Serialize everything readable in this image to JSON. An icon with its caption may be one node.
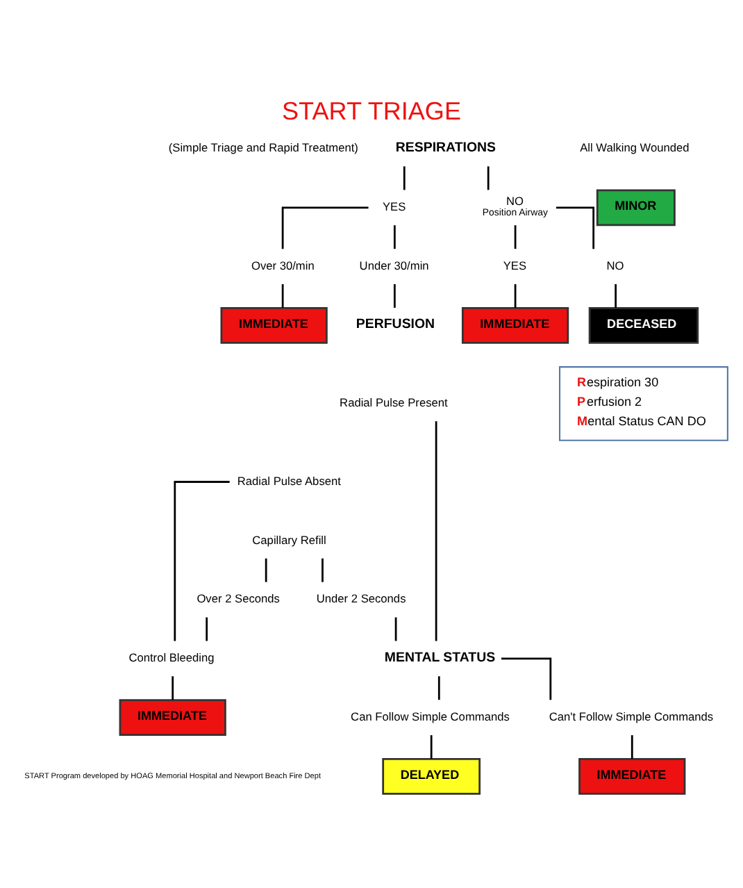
{
  "diagram": {
    "title": "START TRIAGE",
    "nodes": [
      {
        "text": [
          "RESPIRATIONS"
        ]
      },
      {
        "text": [
          "YES"
        ]
      },
      {
        "text": [
          "NO",
          "Position Airway"
        ]
      },
      {
        "text": [
          "Over 30/min"
        ]
      },
      {
        "text": [
          "Under 30/min"
        ]
      },
      {
        "text": [
          "IMMEDIATE"
        ]
      },
      {
        "text": [
          "YES"
        ]
      },
      {
        "text": [
          "NO"
        ]
      },
      {
        "text": [
          "IMMEDIATE"
        ]
      },
      {
        "text": [
          "DECEASED"
        ]
      },
      {
        "text": [
          "PERFUSION"
        ]
      },
      {
        "text": [
          "Radial Pulse Present"
        ]
      },
      {
        "text": [
          "Radial Pulse Absent"
        ]
      },
      {
        "text": [
          "Capillary Refill"
        ]
      },
      {
        "text": [
          "Over 2 Seconds"
        ]
      },
      {
        "text": [
          "Under 2 Seconds"
        ]
      },
      {
        "text": [
          "Control Bleeding"
        ]
      },
      {
        "text": [
          "IMMEDIATE"
        ]
      },
      {
        "text": [
          "MENTAL STATUS"
        ]
      },
      {
        "text": [
          "Can't Follow Simple Commands"
        ]
      },
      {
        "text": [
          "Can Follow Simple Commands"
        ]
      },
      {
        "text": [
          "IMMEDIATE"
        ]
      },
      {
        "text": [
          "DELAYED"
        ]
      },
      {
        "text": [
          "All Walking Wounded"
        ]
      },
      {
        "text": [
          "MINOR"
        ]
      },
      {
        "text": [
          "Respiration 30",
          "Perfusion 2",
          "Mental Status CAN DO"
        ]
      }
    ],
    "edges": [
      {
        "from": 0,
        "to": 1,
        "arrow": "none"
      },
      {
        "from": 0,
        "to": 2,
        "arrow": "none"
      },
      {
        "from": 1,
        "to": 3,
        "arrow": "none"
      },
      {
        "from": 1,
        "to": 4,
        "arrow": "none"
      },
      {
        "from": 3,
        "to": 5,
        "arrow": "none"
      },
      {
        "from": 4,
        "to": 10,
        "arrow": "none"
      },
      {
        "from": 2,
        "to": 6,
        "arrow": "none"
      },
      {
        "from": 2,
        "to": 7,
        "arrow": "none"
      },
      {
        "from": 6,
        "to": 8,
        "arrow": "none"
      },
      {
        "from": 7,
        "to": 9,
        "arrow": "none"
      },
      {
        "from": 11,
        "to": 18,
        "arrow": "none"
      },
      {
        "from": 12,
        "to": 16,
        "arrow": "none"
      },
      {
        "from": 13,
        "to": 14,
        "arrow": "none"
      },
      {
        "from": 13,
        "to": 15,
        "arrow": "none"
      },
      {
        "from": 14,
        "to": 16,
        "arrow": "none"
      },
      {
        "from": 15,
        "to": 18,
        "arrow": "none"
      },
      {
        "from": 16,
        "to": 17,
        "arrow": "none"
      },
      {
        "from": 18,
        "to": 19,
        "arrow": "none"
      },
      {
        "from": 18,
        "to": 20,
        "arrow": "none"
      },
      {
        "from": 19,
        "to": 21,
        "arrow": "none"
      },
      {
        "from": 20,
        "to": 22,
        "arrow": "none"
      }
    ],
    "labels": [
      "(Simple Triage and Rapid Treatment)",
      "START Program developed by HOAG Memorial Hospital and Newport Beach Fire Dept"
    ]
  }
}
